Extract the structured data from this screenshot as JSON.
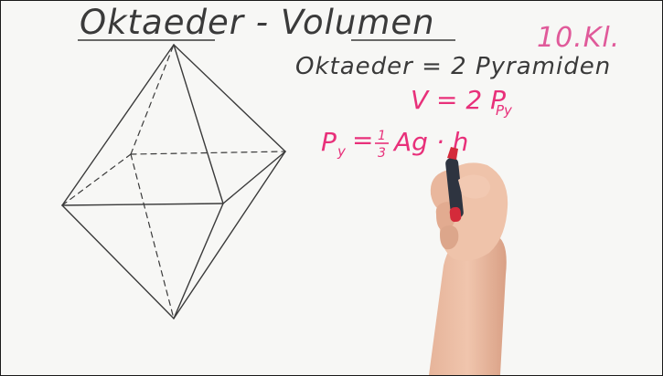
{
  "board": {
    "title": "Oktaeder - Volumen",
    "class_label": "10.Kl.",
    "statement": "Oktaeder = 2 Pyramiden",
    "volume": {
      "lhs": "V = 2 P",
      "sub": "Py"
    },
    "pyramid": {
      "lhs_main": "P",
      "lhs_sub": "y",
      "equals": "=",
      "frac_num": "1",
      "frac_den": "3",
      "rhs": "Ag · h"
    }
  },
  "colors": {
    "ink_black": "#3a3a3a",
    "ink_pink": "#e8307a",
    "ink_light_pink": "#e05a9a",
    "board": "#f7f7f5"
  }
}
